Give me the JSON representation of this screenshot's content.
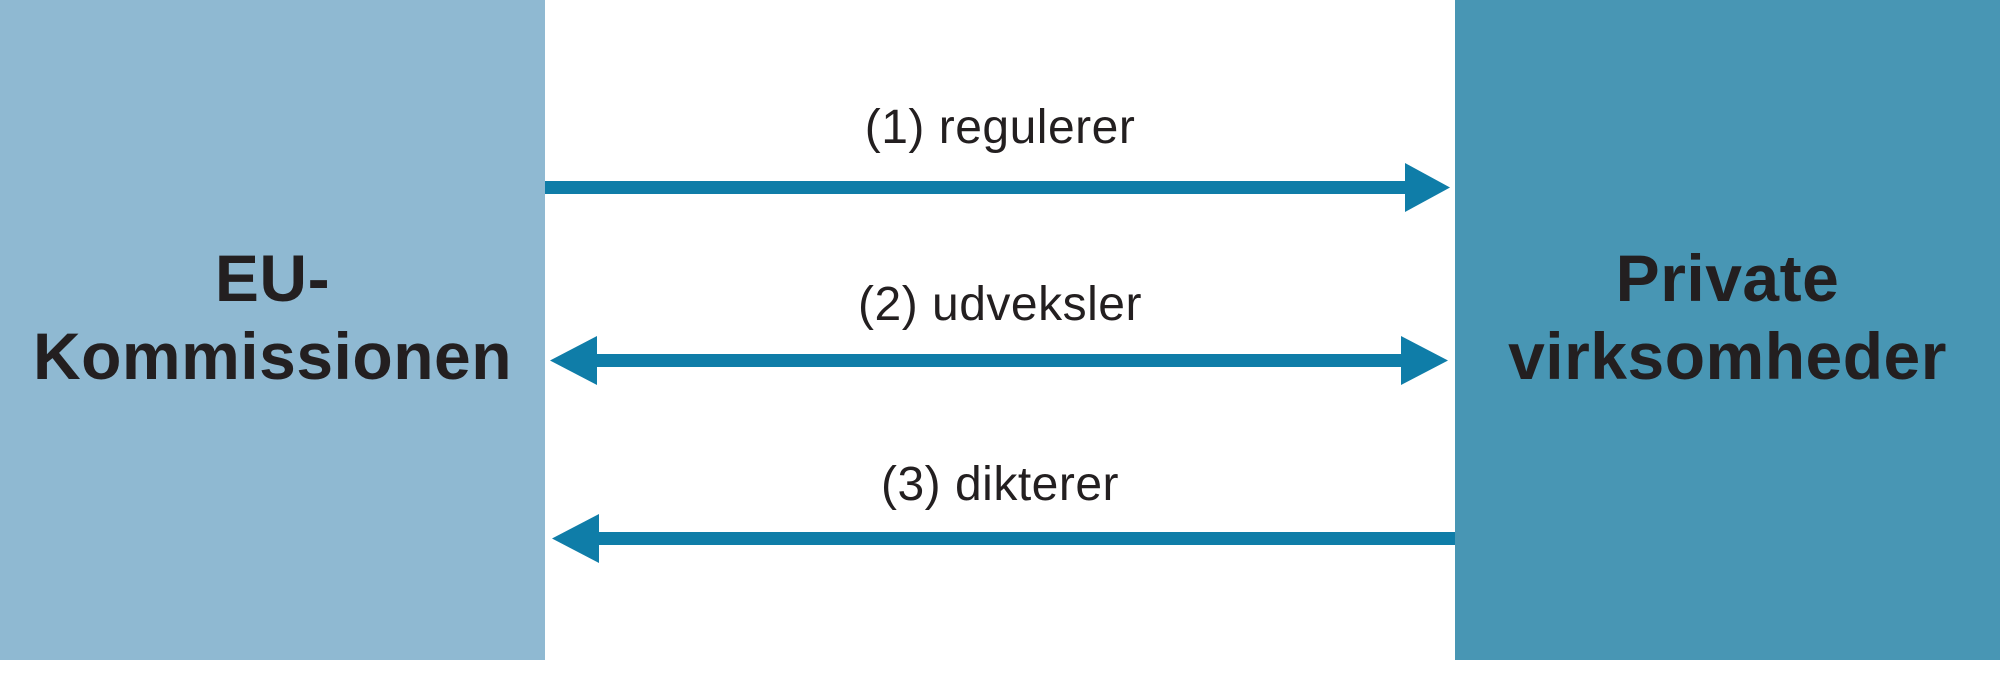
{
  "diagram": {
    "left_box": {
      "label_line1": "EU-",
      "label_line2": "Kommissionen"
    },
    "right_box": {
      "label_line1": "Private",
      "label_line2": "virksomheder"
    },
    "relations": [
      {
        "label": "(1) regulerer",
        "direction": "left-to-right"
      },
      {
        "label": "(2) udveksler",
        "direction": "bidirectional"
      },
      {
        "label": "(3) dikterer",
        "direction": "right-to-left"
      }
    ],
    "colors": {
      "left_box": "#8FB9D2",
      "right_box": "#4896B4",
      "arrow": "#0F7DA8",
      "text": "#231F20"
    }
  }
}
